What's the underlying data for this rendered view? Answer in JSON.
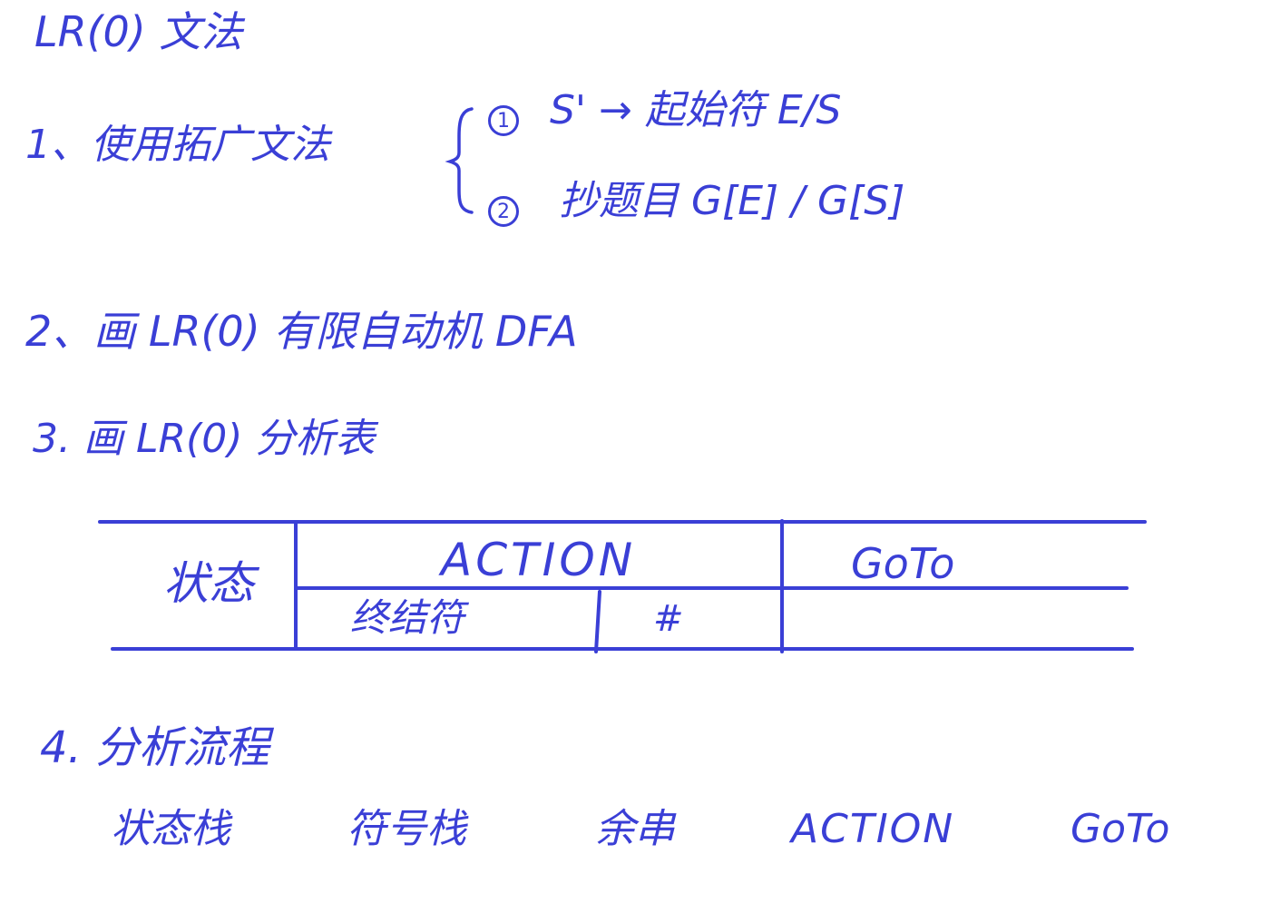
{
  "title": "LR(0) 文法",
  "steps": {
    "step1": "1、使用拓广文法",
    "step1_sub1": "S' → 起始符 E/S",
    "step1_sub2": "抄题目 G[E] / G[S]",
    "step1_sub1_num": "1",
    "step1_sub2_num": "2",
    "step2": "2、画 LR(0) 有限自动机 DFA",
    "step3": "3. 画 LR(0) 分析表",
    "step4": "4. 分析流程"
  },
  "table": {
    "state_header": "状态",
    "action_header": "ACTION",
    "goto_header": "GoTo",
    "terminal_header": "终结符",
    "hash_header": "#"
  },
  "flow_columns": [
    "状态栈",
    "符号栈",
    "余串",
    "ACTION",
    "GoTo"
  ],
  "colors": {
    "ink": "#3a3fd6",
    "background": "#ffffff"
  }
}
